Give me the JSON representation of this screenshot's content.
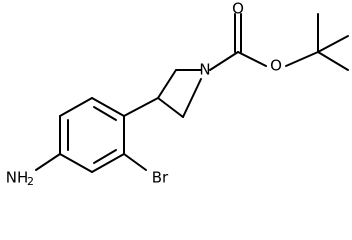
{
  "structure": {
    "labels": {
      "N_azetidine": "N",
      "O_carbonyl": "O",
      "O_ester": "O",
      "Br": "Br",
      "NH2_main": "NH",
      "NH2_sub": "2"
    }
  }
}
